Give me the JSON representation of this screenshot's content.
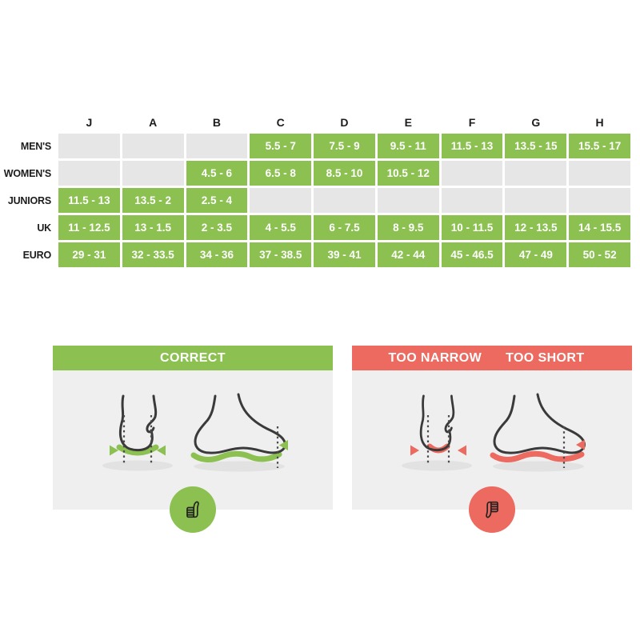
{
  "table": {
    "columns": [
      "J",
      "A",
      "B",
      "C",
      "D",
      "E",
      "F",
      "G",
      "H"
    ],
    "rows": [
      {
        "label": "MEN'S",
        "cells": [
          "",
          "",
          "",
          "5.5 - 7",
          "7.5 - 9",
          "9.5 - 11",
          "11.5 - 13",
          "13.5 - 15",
          "15.5 - 17"
        ]
      },
      {
        "label": "WOMEN'S",
        "cells": [
          "",
          "",
          "4.5 - 6",
          "6.5 - 8",
          "8.5 - 10",
          "10.5 - 12",
          "",
          "",
          ""
        ]
      },
      {
        "label": "JUNIORS",
        "cells": [
          "11.5 - 13",
          "13.5 - 2",
          "2.5 - 4",
          "",
          "",
          "",
          "",
          "",
          ""
        ]
      },
      {
        "label": "UK",
        "cells": [
          "11 - 12.5",
          "13 - 1.5",
          "2 - 3.5",
          "4 - 5.5",
          "6 - 7.5",
          "8 - 9.5",
          "10 - 11.5",
          "12 - 13.5",
          "14 - 15.5"
        ]
      },
      {
        "label": "EURO",
        "cells": [
          "29 - 31",
          "32 - 33.5",
          "34 - 36",
          "37 - 38.5",
          "39 - 41",
          "42 - 44",
          "45 - 46.5",
          "47 - 49",
          "50 - 52"
        ]
      }
    ]
  },
  "panels": {
    "correct": {
      "title": "CORRECT",
      "badge_icon": "thumbs-up-icon"
    },
    "incorrect": {
      "titles": [
        "TOO NARROW",
        "TOO SHORT"
      ],
      "badge_icon": "thumbs-down-icon"
    }
  },
  "colors": {
    "green": "#8cc152",
    "red": "#ec6a5f",
    "emptyCell": "#e6e6e6",
    "panelBg": "#efefef",
    "ink": "#1c1c1c",
    "stroke": "#3a3a3a",
    "dotted": "#4a4a4a",
    "shadow": "#e2e2e2"
  }
}
